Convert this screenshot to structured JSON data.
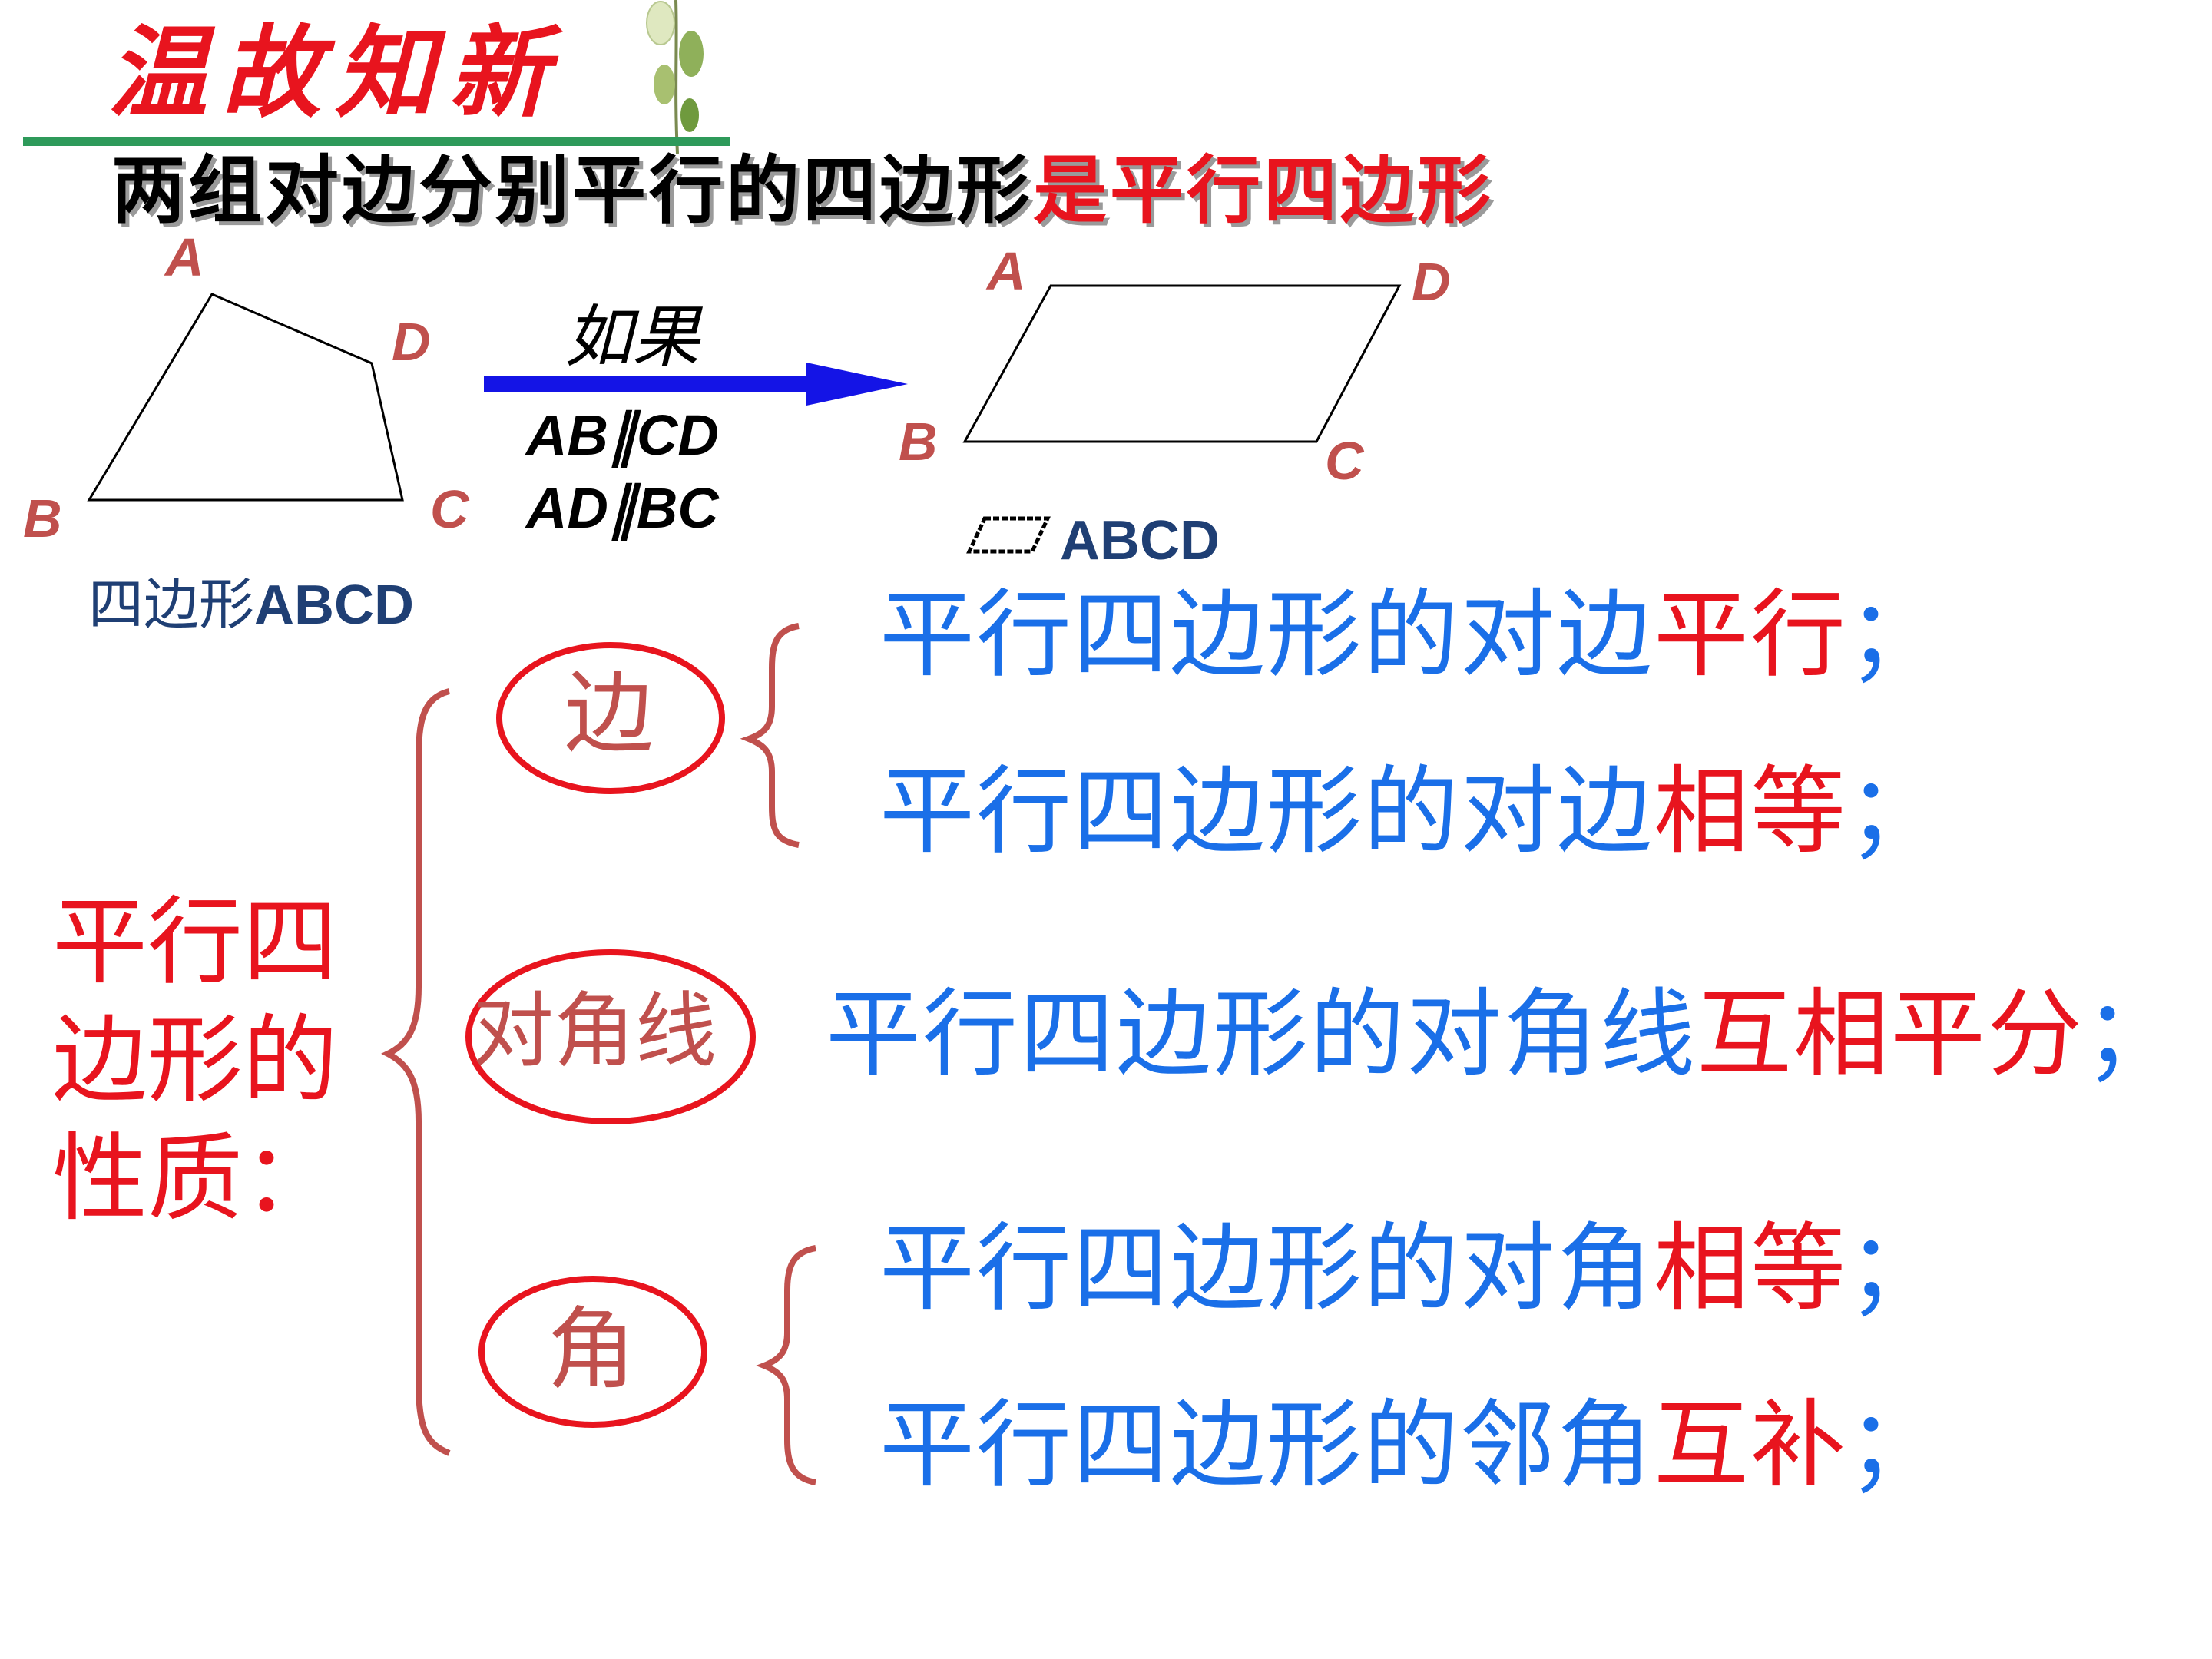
{
  "header": {
    "title": "温故知新",
    "title_color": "#e8141e"
  },
  "definition": {
    "part1": "两组对边分别平行的四边形",
    "part2": "是平行四边形",
    "color_main": "#000000",
    "color_emph": "#e8141e"
  },
  "quadrilateral": {
    "vertices": {
      "a": "A",
      "b": "B",
      "c": "C",
      "d": "D"
    },
    "name_prefix": "四边形",
    "name_suffix": "ABCD"
  },
  "transition": {
    "word": "如果",
    "condition1": "AB∥CD",
    "condition2": "AD∥BC"
  },
  "parallelogram": {
    "vertices": {
      "a": "A",
      "b": "B",
      "c": "C",
      "d": "D"
    },
    "symbol_name": "ABCD"
  },
  "properties": {
    "title": "平行四边形的性质：",
    "categories": {
      "side": "边",
      "diagonal": "对角线",
      "angle": "角"
    },
    "side": [
      {
        "blue": "平行四边形的对边",
        "red": "平行",
        "end": "；"
      },
      {
        "blue": "平行四边形的对边",
        "red": "相等",
        "end": "；"
      }
    ],
    "diagonal": [
      {
        "blue": "平行四边形的对角线",
        "red": "互相平分",
        "end": "；"
      }
    ],
    "angle": [
      {
        "blue": "平行四边形的对角",
        "red": "相等",
        "end": "；"
      },
      {
        "blue": "平行四边形的邻角",
        "red": "互补",
        "end": "；"
      }
    ]
  },
  "colors": {
    "blue": "#1a6fe8",
    "red": "#e8141e",
    "bracket": "#c0504d",
    "circle": "#e8141e",
    "category_text": "#c0504d",
    "label": "#c0504d",
    "navy": "#1f3f74",
    "arrow": "#1414e6"
  }
}
